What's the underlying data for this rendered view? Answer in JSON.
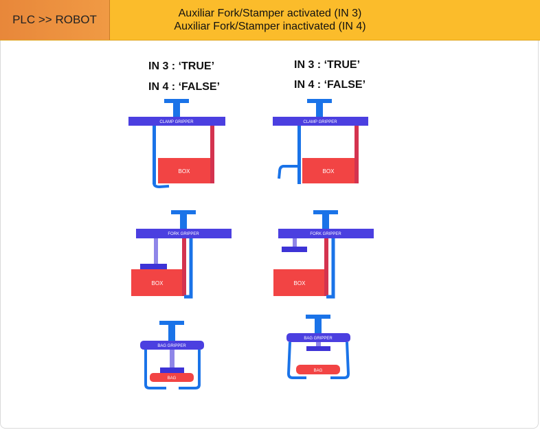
{
  "header": {
    "tag": "PLC >> ROBOT",
    "title_line1": "Auxiliar Fork/Stamper activated (IN 3)",
    "title_line2": "Auxiliar Fork/Stamper inactivated (IN 4)"
  },
  "columns": [
    {
      "in3": "IN 3 : ‘TRUE’",
      "in4": "IN 4 : ‘FALSE’"
    },
    {
      "in3": "IN 3 : ‘TRUE’",
      "in4": "IN 4 : ‘FALSE’"
    }
  ],
  "labels": {
    "clamp": "CLAMP GRIPPER",
    "fork": "FORK GRIPPER",
    "bag_gripper": "BAG GRIPPER",
    "box": "BOX",
    "bag": "BAG"
  },
  "colors": {
    "header": "#fbbc2b",
    "tag": "#ec8f3f",
    "gripper": "#4b3fe0",
    "arm": "#1a73e8",
    "box": "#f24444",
    "red_arm": "#d4334f",
    "stamper": "#8f86e8"
  }
}
